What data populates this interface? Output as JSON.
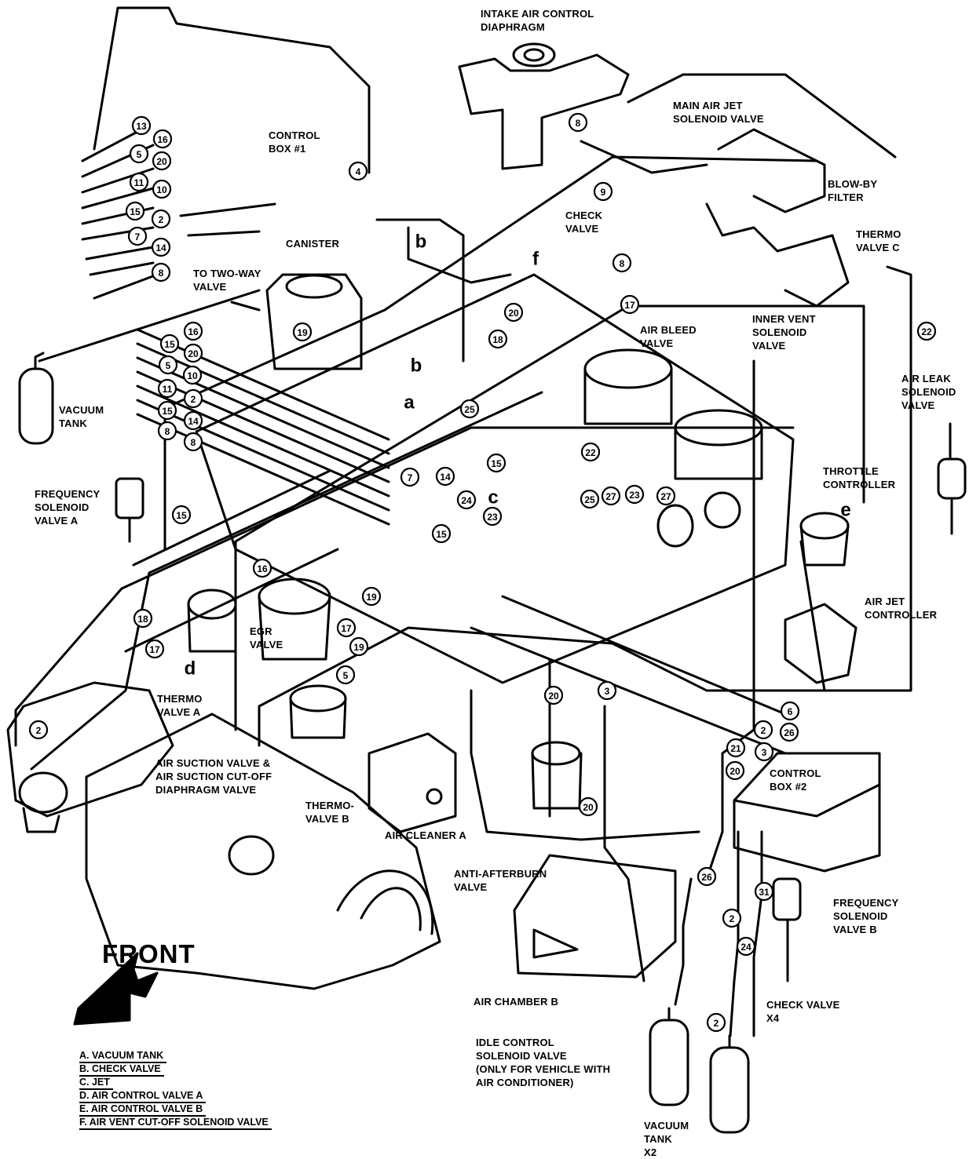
{
  "labels": {
    "intake_air_control_diaphragm": "INTAKE AIR CONTROL\nDIAPHRAGM",
    "main_air_jet_solenoid_valve": "MAIN AIR JET\nSOLENOID VALVE",
    "control_box_1": "CONTROL\nBOX #1",
    "blow_by_filter": "BLOW-BY\nFILTER",
    "check_valve_top": "CHECK\nVALVE",
    "thermo_valve_c": "THERMO\nVALVE C",
    "canister": "CANISTER",
    "to_two_way_valve": "TO TWO-WAY\nVALVE",
    "inner_vent_solenoid_valve": "INNER VENT\nSOLENOID\nVALVE",
    "air_bleed_valve": "AIR BLEED\nVALVE",
    "air_leak_solenoid_valve": "AIR LEAK\nSOLENOID\nVALVE",
    "vacuum_tank": "VACUUM\nTANK",
    "frequency_solenoid_valve_a": "FREQUENCY\nSOLENOID\nVALVE A",
    "throttle_controller": "THROTTLE\nCONTROLLER",
    "air_jet_controller": "AIR JET\nCONTROLLER",
    "egr_valve": "EGR\nVALVE",
    "thermo_valve_a": "THERMO\nVALVE A",
    "air_suction_valve": "AIR SUCTION VALVE &\nAIR SUCTION CUT-OFF\nDIAPHRAGM VALVE",
    "thermo_valve_b": "THERMO-\nVALVE B",
    "air_cleaner_a": "AIR CLEANER A",
    "control_box_2": "CONTROL\nBOX #2",
    "anti_afterburn_valve": "ANTI-AFTERBURN\nVALVE",
    "frequency_solenoid_valve_b": "FREQUENCY\nSOLENOID\nVALVE B",
    "air_chamber_b": "AIR CHAMBER B",
    "check_valve_x4": "CHECK VALVE\nX4",
    "idle_control_solenoid_valve": "IDLE CONTROL\nSOLENOID VALVE\n(ONLY FOR VEHICLE WITH\nAIR CONDITIONER)",
    "vacuum_tank_x2": "VACUUM\nTANK\nX2",
    "front": "FRONT"
  },
  "legend": [
    "A.  VACUUM TANK",
    "B.  CHECK VALVE",
    "C.  JET",
    "D.  AIR CONTROL VALVE A",
    "E.  AIR CONTROL VALVE B",
    "F.  AIR VENT CUT-OFF SOLENOID VALVE"
  ],
  "callouts": {
    "left_column_top": [
      "13",
      "16",
      "5",
      "20",
      "11",
      "10",
      "15",
      "2",
      "7",
      "14",
      "8"
    ],
    "left_bundle": [
      "16",
      "15",
      "20",
      "5",
      "10",
      "11",
      "2",
      "15",
      "14",
      "8",
      "8"
    ],
    "scattered": [
      "4",
      "8",
      "9",
      "8",
      "19",
      "20",
      "18",
      "17",
      "22",
      "25",
      "22",
      "15",
      "14",
      "7",
      "24",
      "23",
      "25",
      "27",
      "23",
      "27",
      "15",
      "15",
      "16",
      "19",
      "17",
      "19",
      "5",
      "18",
      "17",
      "2",
      "20",
      "3",
      "6",
      "2",
      "26",
      "21",
      "3",
      "20",
      "20",
      "26",
      "31",
      "2",
      "24",
      "2"
    ]
  },
  "letters": [
    "b",
    "b",
    "a",
    "c",
    "f",
    "e",
    "d"
  ]
}
